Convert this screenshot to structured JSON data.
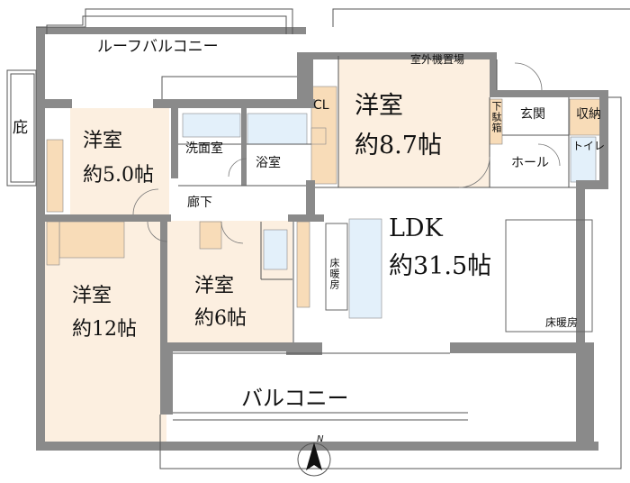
{
  "rooms": {
    "roof_balcony": "ルーフバルコニー",
    "eaves": "庇",
    "outdoor_unit": "室外機置場",
    "closet": "CL",
    "western_room": "洋室",
    "r1_size": "約8.7帖",
    "r2_size": "約5.0帖",
    "r3_size": "約12帖",
    "r4_size": "約6帖",
    "washroom": "洗面室",
    "bath": "浴室",
    "corridor": "廊下",
    "shoe_box": "下駄箱",
    "entrance": "玄関",
    "storage": "収納",
    "toilet": "トイレ",
    "hall": "ホール",
    "ldk": "LDK",
    "ldk_size": "約31.5帖",
    "floor_heating": "床暖房",
    "balcony": "バルコニー",
    "north": "N"
  },
  "colors": {
    "wall": "#8a8a8a",
    "room_fill": "#fcefe0",
    "closet_fill": "#f8dcb8",
    "wet_fill": "#e3f0fa",
    "line": "#555555"
  }
}
